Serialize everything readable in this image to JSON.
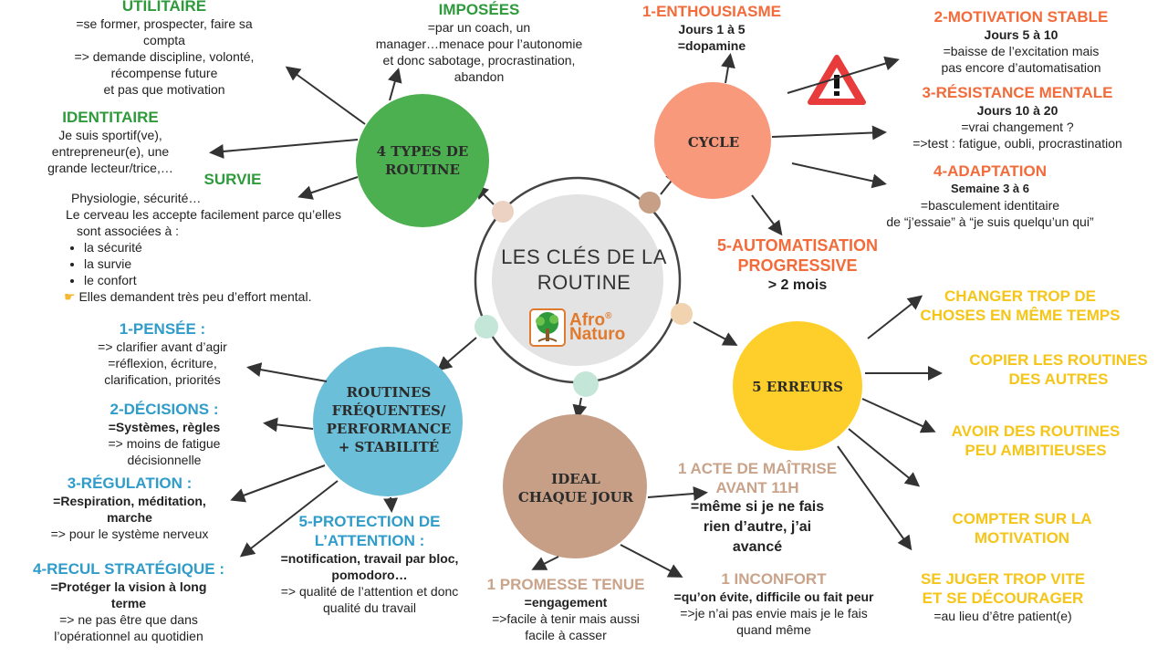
{
  "colors": {
    "green": "#4caf50",
    "orange": "#f8997c",
    "blue": "#6bbfd8",
    "tan": "#c69f86",
    "yellow": "#fecf2b",
    "center": "#e3e3e3",
    "warning": "#e83b3b"
  },
  "center": {
    "title_line1": "LES CLÉS DE LA",
    "title_line2": "ROUTINE",
    "logo_top": "Afro",
    "logo_sup": "®",
    "logo_bottom": "Naturo"
  },
  "types": {
    "circle_label": "4 TYPES DE ROUTINE",
    "utilitaire": {
      "title": "UTILITAIRE",
      "lines": [
        "=se former, prospecter, faire sa",
        "compta",
        "=> demande discipline, volonté,",
        "récompense future",
        "et pas que motivation"
      ]
    },
    "imposees": {
      "title": "IMPOSÉES",
      "lines": [
        "=par un coach, un",
        "manager…menace pour l’autonomie",
        "et donc sabotage, procrastination,",
        "abandon"
      ]
    },
    "identitaire": {
      "title": "IDENTITAIRE",
      "lines": [
        "Je suis sportif(ve),",
        "entrepreneur(e), une",
        "grande lecteur/trice,…"
      ]
    },
    "survie": {
      "title": "SURVIE",
      "lines": [
        "Physiologie, sécurité…",
        "Le cerveau les accepte facilement parce qu’elles",
        "sont associées à :"
      ],
      "bullets": [
        "la sécurité",
        "la survie",
        "le confort"
      ],
      "note": "Elles demandent très peu d’effort mental."
    }
  },
  "cycle": {
    "circle_label": "CYCLE",
    "s1": {
      "title": "1-ENTHOUSIASME",
      "lines": [
        "Jours 1 à 5",
        "=dopamine"
      ]
    },
    "s2": {
      "title": "2-MOTIVATION STABLE",
      "sub": "Jours 5 à 10",
      "lines": [
        "=baisse de l’excitation mais",
        "pas encore d’automatisation"
      ]
    },
    "s3": {
      "title": "3-RÉSISTANCE MENTALE",
      "sub": "Jours 10 à 20",
      "lines": [
        "=vrai changement ?",
        "=>test : fatigue, oubli, procrastination"
      ]
    },
    "s4": {
      "title": "4-ADAPTATION",
      "sub": "Semaine 3 à 6",
      "lines": [
        "=basculement identitaire",
        "de “j’essaie” à “je suis quelqu’un qui”"
      ]
    },
    "s5": {
      "title_line1": "5-AUTOMATISATION",
      "title_line2": "PROGRESSIVE",
      "sub": "> 2 mois"
    }
  },
  "perf": {
    "circle_label_lines": [
      "ROUTINES",
      "FRÉQUENTES/",
      "PERFORMANCE",
      "+ STABILITÉ"
    ],
    "p1": {
      "title": "1-PENSÉE :",
      "lines": [
        "=> clarifier avant d’agir",
        "=réflexion, écriture,",
        "clarification, priorités"
      ]
    },
    "p2": {
      "title": "2-DÉCISIONS :",
      "bold": "=Systèmes, règles",
      "lines": [
        "=> moins de fatigue",
        "décisionnelle"
      ]
    },
    "p3": {
      "title": "3-RÉGULATION :",
      "bold_lines": [
        "=Respiration, méditation,",
        "marche"
      ],
      "lines": [
        "=> pour le système nerveux"
      ]
    },
    "p4": {
      "title": "4-RECUL STRATÉGIQUE :",
      "bold_lines": [
        "=Protéger la vision à long",
        "terme"
      ],
      "lines": [
        "=> ne pas être que dans",
        "l’opérationnel au quotidien"
      ]
    },
    "p5": {
      "title_line1": "5-PROTECTION DE",
      "title_line2": "L’ATTENTION :",
      "bold_lines": [
        "=notification, travail par bloc,",
        "pomodoro…"
      ],
      "lines": [
        "=> qualité de l’attention et donc",
        "qualité du travail"
      ]
    }
  },
  "ideal": {
    "circle_label_lines": [
      "IDEAL",
      "CHAQUE JOUR"
    ],
    "acte": {
      "title_line1": "1 ACTE DE MAÎTRISE",
      "title_line2": "AVANT 11H",
      "bold_lines": [
        "=même si je ne fais",
        "rien d’autre, j’ai",
        "avancé"
      ]
    },
    "promesse": {
      "title": "1 PROMESSE TENUE",
      "bold": "=engagement",
      "lines": [
        "=>facile à tenir mais aussi",
        "facile à casser"
      ]
    },
    "inconfort": {
      "title": "1 INCONFORT",
      "bold": "=qu’on évite, difficile ou fait peur",
      "lines": [
        "=>je n’ai pas envie mais je le fais",
        "quand même"
      ]
    }
  },
  "erreurs": {
    "circle_label": "5 ERREURS",
    "e1": [
      "CHANGER TROP DE",
      "CHOSES EN MÊME TEMPS"
    ],
    "e2": [
      "COPIER LES ROUTINES",
      "DES AUTRES"
    ],
    "e3": [
      "AVOIR DES ROUTINES",
      "PEU AMBITIEUSES"
    ],
    "e4": [
      "COMPTER SUR LA",
      "MOTIVATION"
    ],
    "e5": [
      "SE JUGER TROP VITE",
      "ET SE DÉCOURAGER"
    ],
    "e5_note": "=au lieu d’être patient(e)"
  }
}
